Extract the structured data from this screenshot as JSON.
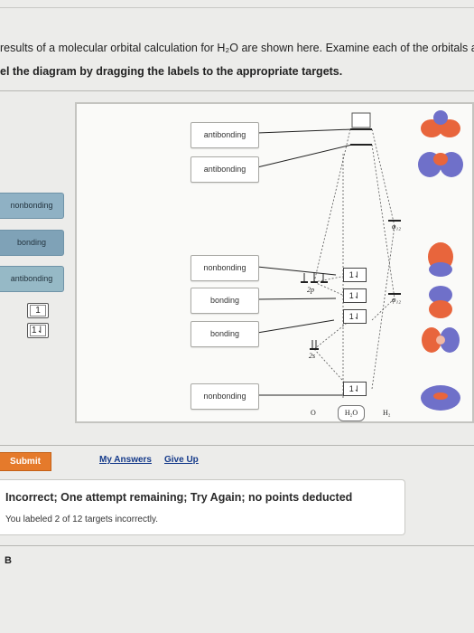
{
  "instructions": {
    "line1": "results of a molecular orbital calculation for H₂O are shown here. Examine each of the orbitals a",
    "line2": "el the diagram by dragging the labels to the appropriate targets."
  },
  "targets": [
    {
      "label": "antibonding"
    },
    {
      "label": "antibonding"
    },
    {
      "label": "nonbonding"
    },
    {
      "label": "bonding"
    },
    {
      "label": "bonding"
    },
    {
      "label": "nonbonding"
    }
  ],
  "drag_labels": [
    {
      "label": "nonbonding"
    },
    {
      "label": "bonding"
    },
    {
      "label": "antibonding"
    }
  ],
  "electron_tiles": [
    {
      "label": "1"
    },
    {
      "label": "1⇃"
    }
  ],
  "diagram": {
    "pair_arrows": "1⇃",
    "orbital_2p": "2p",
    "orbital_2s": "2s",
    "phi_upper": "φ₁₂",
    "phi_lower": "φ₁₂",
    "axis_o": "O",
    "axis_h2o": "H₂O",
    "axis_h2": "H₂"
  },
  "actions": {
    "submit": "Submit",
    "my_answers": "My Answers",
    "give_up": "Give Up"
  },
  "feedback": {
    "title": "Incorrect; One attempt remaining; Try Again; no points deducted",
    "detail": "You labeled 2 of 12 targets incorrectly."
  },
  "part_label": "B",
  "colors": {
    "submit": "#e57a2b",
    "label_blue": "#8fb1c4",
    "lobe_red": "#e8653c",
    "lobe_blue": "#6f70c9"
  }
}
